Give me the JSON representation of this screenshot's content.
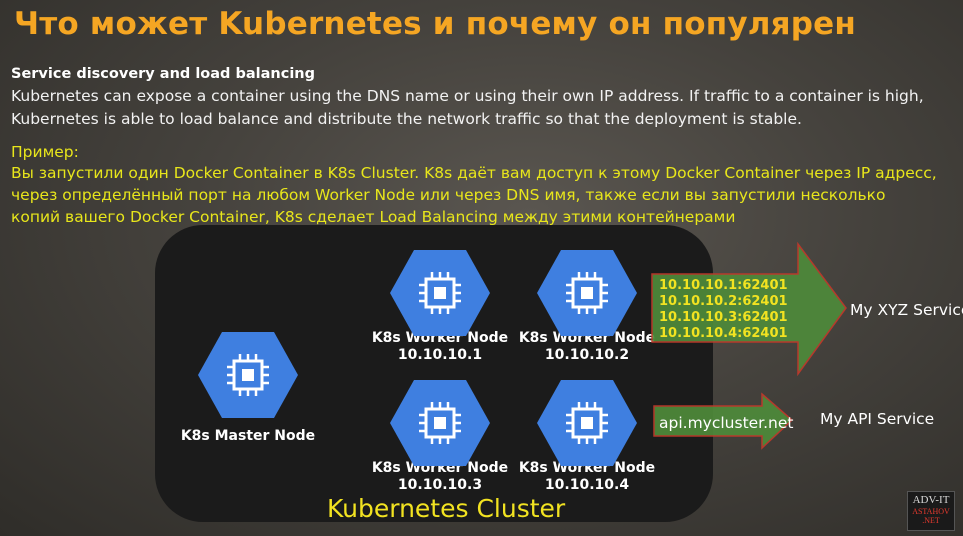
{
  "title": "Что может Kubernetes и почему он популярен",
  "section": {
    "heading": "Service discovery and load balancing",
    "body_lines": [
      "Kubernetes can expose a container using the DNS name or using their own IP address. If traffic to a container is high,",
      "Kubernetes is able to load balance and distribute the network traffic so that the deployment is stable."
    ]
  },
  "example": {
    "label": "Пример:",
    "lines": [
      "Вы запустили один Docker Container в K8s Cluster. K8s даёт вам доступ к этому Docker Container через IP адресс,",
      "через определённый порт на любом Worker Node или через DNS имя, также если вы запустили несколько",
      "копий вашего Docker Container, K8s сделает Load Balancing между этими контейнерами"
    ]
  },
  "diagram": {
    "cluster_label": "Kubernetes Cluster",
    "master": {
      "name": "K8s Master Node"
    },
    "workers": [
      {
        "name": "K8s Worker Node",
        "ip": "10.10.10.1"
      },
      {
        "name": "K8s Worker Node",
        "ip": "10.10.10.2"
      },
      {
        "name": "K8s Worker Node",
        "ip": "10.10.10.3"
      },
      {
        "name": "K8s Worker Node",
        "ip": "10.10.10.4"
      }
    ],
    "xyz_service": {
      "label": "My XYZ Service",
      "endpoints": [
        "10.10.10.1:62401",
        "10.10.10.2:62401",
        "10.10.10.3:62401",
        "10.10.10.4:62401"
      ]
    },
    "api_service": {
      "label": "My API Service",
      "endpoint": "api.mycluster.net"
    }
  },
  "watermark": {
    "line1": "ADV-IT",
    "line2": "ASTAHOV",
    "line3": ".NET"
  },
  "colors": {
    "title": "#f5a623",
    "example_text": "#e8e61b",
    "node_hex": "#3f7fe0",
    "arrow_fill": "#4e8a3a",
    "arrow_stroke": "#c0392b"
  }
}
